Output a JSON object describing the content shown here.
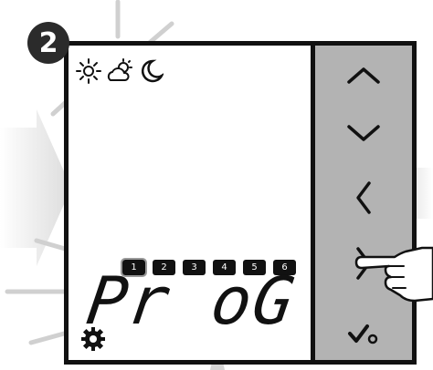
{
  "step_number": "2",
  "mode_icons": [
    "sun-icon",
    "partly-cloudy-icon",
    "moon-icon"
  ],
  "display": {
    "text": "Pr oG"
  },
  "day_indicators": [
    "1",
    "2",
    "3",
    "4",
    "5",
    "6"
  ],
  "buttons": [
    "up-arrow",
    "down-arrow",
    "left-arrow",
    "right-arrow",
    "confirm-check"
  ],
  "colors": {
    "frame": "#111111",
    "panel": "#b3b3b3",
    "glow": "#cfcfcf",
    "arrow_hint": "#e2e2e2"
  }
}
